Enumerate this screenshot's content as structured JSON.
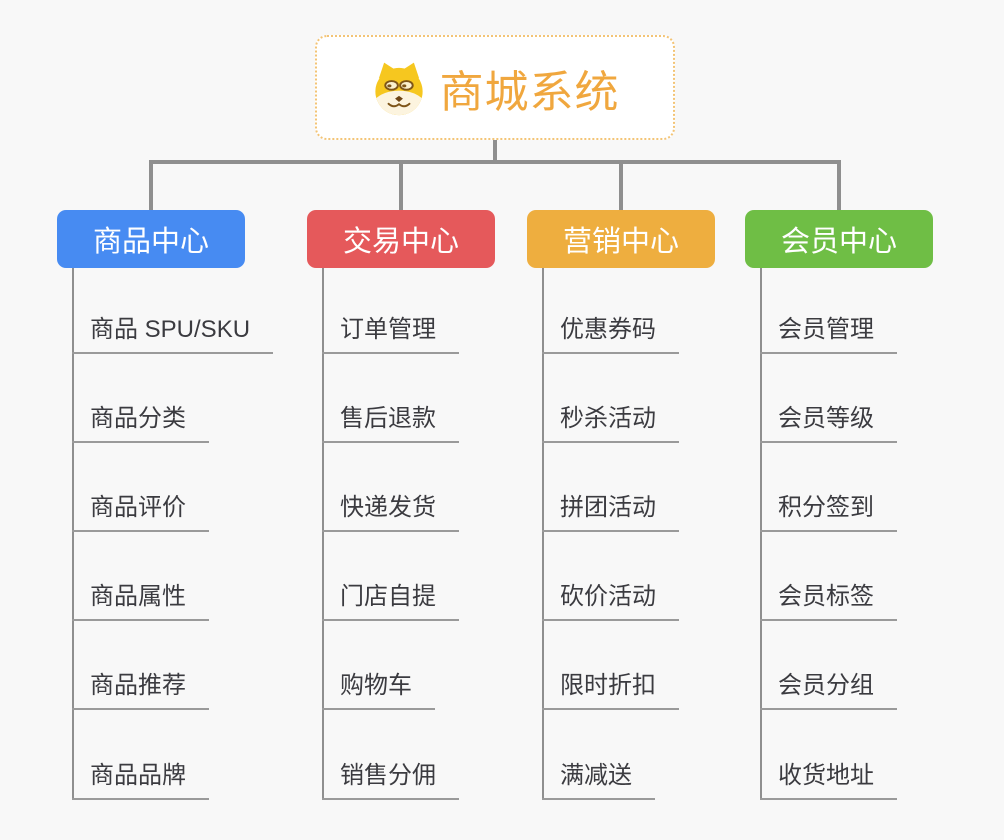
{
  "root": {
    "title": "商城系统",
    "icon": "dog-face-icon",
    "text_color": "#F0A73E",
    "border_color": "#F3C476"
  },
  "connectors": {
    "color": "#8F8F8F"
  },
  "branches": [
    {
      "label": "商品中心",
      "color": "#478BF2",
      "items": [
        "商品 SPU/SKU",
        "商品分类",
        "商品评价",
        "商品属性",
        "商品推荐",
        "商品品牌"
      ]
    },
    {
      "label": "交易中心",
      "color": "#E5595B",
      "items": [
        "订单管理",
        "售后退款",
        "快递发货",
        "门店自提",
        "购物车",
        "销售分佣"
      ]
    },
    {
      "label": "营销中心",
      "color": "#EEAE3F",
      "items": [
        "优惠券码",
        "秒杀活动",
        "拼团活动",
        "砍价活动",
        "限时折扣",
        "满减送"
      ]
    },
    {
      "label": "会员中心",
      "color": "#6FBE45",
      "items": [
        "会员管理",
        "会员等级",
        "积分签到",
        "会员标签",
        "会员分组",
        "收货地址"
      ]
    }
  ]
}
